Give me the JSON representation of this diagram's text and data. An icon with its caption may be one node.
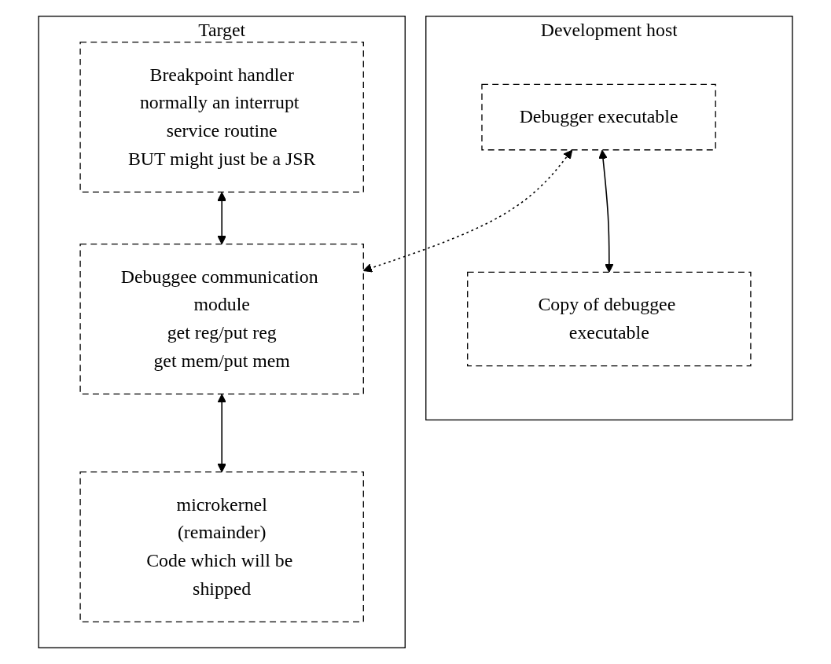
{
  "diagram": {
    "nodes": [
      {
        "text": [
          "Development host"
        ]
      },
      {
        "text": [
          "Debugger executable"
        ],
        "in": 0
      },
      {
        "text": [
          "Copy of debuggee executable"
        ],
        "in": 0
      },
      {
        "text": [
          "Target"
        ]
      },
      {
        "text": [
          "Breakpoint handler",
          "normally an interrupt service routine",
          "BUT might just be a JSR"
        ],
        "in": 3
      },
      {
        "text": [
          "Debuggee communication module",
          "get reg/put reg",
          "get mem/put mem"
        ],
        "in": 3
      },
      {
        "text": [
          "microkernel",
          "(remainder)",
          "Code which will be shipped"
        ],
        "in": 3
      }
    ],
    "edges": [
      {
        "from": 1,
        "to": 2,
        "arrow": "both"
      },
      {
        "from": 1,
        "to": 5,
        "arrow": "both",
        "style": "dashed"
      },
      {
        "from": 4,
        "to": 5,
        "arrow": "both"
      },
      {
        "from": 5,
        "to": 6,
        "arrow": "both"
      }
    ]
  }
}
